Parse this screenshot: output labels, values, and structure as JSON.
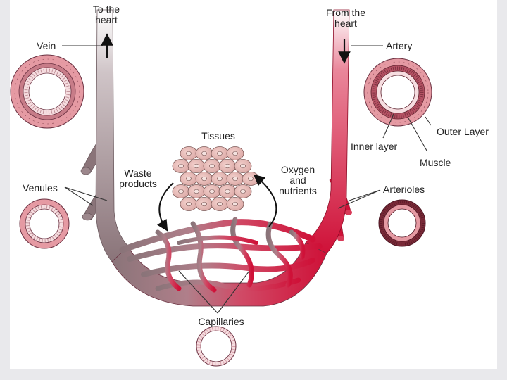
{
  "labels": {
    "to_heart_1": "To the",
    "to_heart_2": "heart",
    "from_heart_1": "From the",
    "from_heart_2": "heart",
    "vein": "Vein",
    "artery": "Artery",
    "outer_layer": "Outer Layer",
    "inner_layer": "Inner layer",
    "muscle": "Muscle",
    "tissues": "Tissues",
    "waste_1": "Waste",
    "waste_2": "products",
    "oxygen_1": "Oxygen",
    "oxygen_2": "and",
    "oxygen_3": "nutrients",
    "venules": "Venules",
    "arterioles": "Arterioles",
    "capillaries": "Capillaries"
  },
  "colors": {
    "vein": "#8e7a80",
    "artery": "#cf1138",
    "vessel_wall_pink": "#e59aa3",
    "inner_wall": "#f6dde0",
    "muscle_dark": "#7a2a38",
    "tissue_cell": "#e7b9b5",
    "background": "#e9e9ec"
  }
}
